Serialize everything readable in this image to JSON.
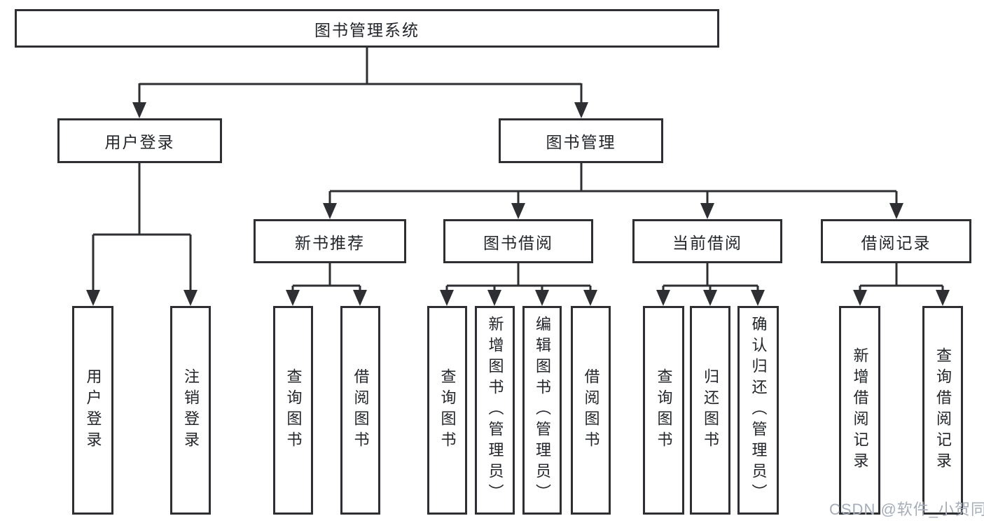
{
  "colors": {
    "line": "#2d2f33",
    "text": "#22252a",
    "box_background": "#ffffff",
    "watermark": "#a6adb8"
  },
  "watermark": "CSDN @软件_小贺同学",
  "diagram": {
    "type": "hierarchy-tree",
    "root": {
      "label": "图书管理系统"
    },
    "branches": [
      {
        "label": "用户登录",
        "children": [
          {
            "label": "用户登录"
          },
          {
            "label": "注销登录"
          }
        ]
      },
      {
        "label": "图书管理",
        "children": [
          {
            "label": "新书推荐",
            "children": [
              {
                "label": "查询图书"
              },
              {
                "label": "借阅图书"
              }
            ]
          },
          {
            "label": "图书借阅",
            "children": [
              {
                "label": "查询图书"
              },
              {
                "label": "新增图书（管理员）"
              },
              {
                "label": "编辑图书（管理员）"
              },
              {
                "label": "借阅图书"
              }
            ]
          },
          {
            "label": "当前借阅",
            "children": [
              {
                "label": "查询图书"
              },
              {
                "label": "归还图书"
              },
              {
                "label": "确认归还（管理员）"
              }
            ]
          },
          {
            "label": "借阅记录",
            "children": [
              {
                "label": "新增借阅记录"
              },
              {
                "label": "查询借阅记录"
              }
            ]
          }
        ]
      }
    ]
  }
}
